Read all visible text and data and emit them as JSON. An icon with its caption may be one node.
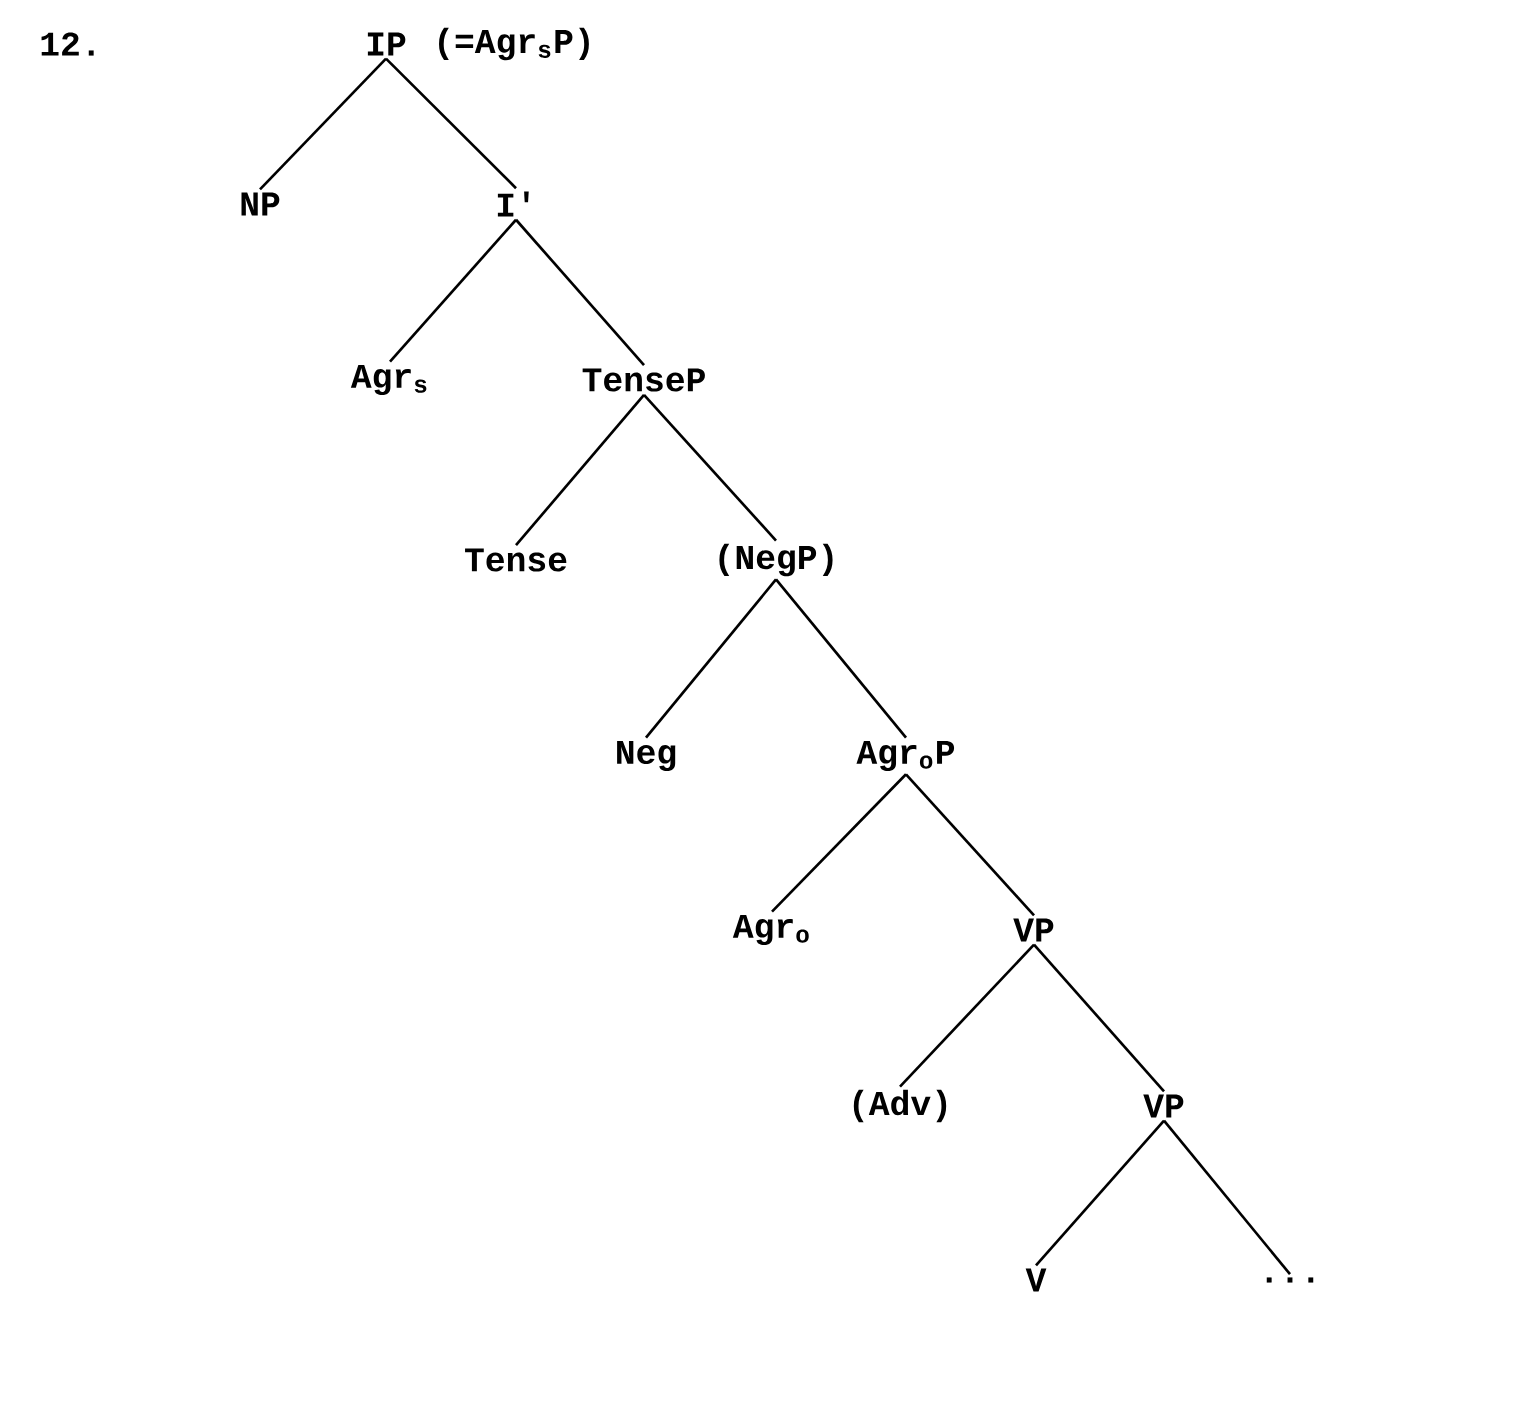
{
  "diagram": {
    "nodes": [
      {
        "text": [
          "IP"
        ],
        "beside": [
          "(=Agr$_{s}$P)"
        ]
      },
      {
        "text": [
          "NP"
        ]
      },
      {
        "text": [
          "I'"
        ]
      },
      {
        "text": [
          "Agr$_{s}$"
        ]
      },
      {
        "text": [
          "TenseP"
        ]
      },
      {
        "text": [
          "Tense"
        ]
      },
      {
        "text": [
          "(NegP)"
        ]
      },
      {
        "text": [
          "Neg"
        ]
      },
      {
        "text": [
          "Agr$_{o}$P"
        ]
      },
      {
        "text": [
          "Agr$_{o}$"
        ]
      },
      {
        "text": [
          "VP"
        ]
      },
      {
        "text": [
          "(Adv)"
        ]
      },
      {
        "text": [
          "VP"
        ]
      },
      {
        "text": [
          "V"
        ]
      },
      {
        "text": [
          "..."
        ]
      }
    ],
    "edges": [
      {
        "from": 0,
        "to": 1,
        "arrow": "none"
      },
      {
        "from": 0,
        "to": 2,
        "arrow": "none"
      },
      {
        "from": 2,
        "to": 3,
        "arrow": "none"
      },
      {
        "from": 2,
        "to": 4,
        "arrow": "none"
      },
      {
        "from": 4,
        "to": 5,
        "arrow": "none"
      },
      {
        "from": 4,
        "to": 6,
        "arrow": "none"
      },
      {
        "from": 6,
        "to": 7,
        "arrow": "none"
      },
      {
        "from": 6,
        "to": 8,
        "arrow": "none"
      },
      {
        "from": 8,
        "to": 9,
        "arrow": "none"
      },
      {
        "from": 8,
        "to": 10,
        "arrow": "none"
      },
      {
        "from": 10,
        "to": 11,
        "arrow": "none"
      },
      {
        "from": 10,
        "to": 12,
        "arrow": "none"
      },
      {
        "from": 12,
        "to": 13,
        "arrow": "none"
      },
      {
        "from": 12,
        "to": 14,
        "arrow": "none"
      }
    ],
    "labels": [
      "12."
    ]
  }
}
